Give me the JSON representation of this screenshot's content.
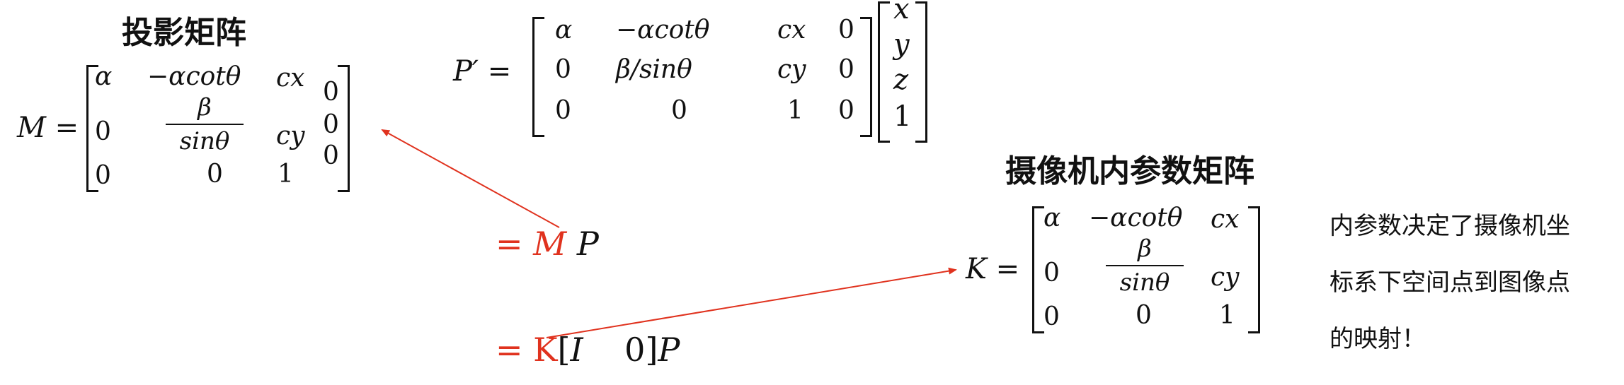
{
  "headings": {
    "projection": "投影矩阵",
    "intrinsic": "摄像机内参数矩阵"
  },
  "m_matrix": {
    "lhs": "M =",
    "r1c1": "α",
    "r1c2": "−αcotθ",
    "r1c3": "cx",
    "r1c4": "0",
    "r2c1": "0",
    "r2c2_num": "β",
    "r2c2_den": "sinθ",
    "r2c3": "cy",
    "r2c4": "0",
    "r3c1": "0",
    "r3c2": "0",
    "r3c3": "1",
    "r3c4": "0"
  },
  "p_matrix": {
    "lhs": "P′ =",
    "r1c1": "α",
    "r1c2": "−αcotθ",
    "r1c3": "cx",
    "r1c4": "0",
    "r2c1": "0",
    "r2c2": "β/sinθ",
    "r2c3": "cy",
    "r2c4": "0",
    "r3c1": "0",
    "r3c2": "0",
    "r3c3": "1",
    "r3c4": "0",
    "vector": [
      "x",
      "y",
      "z",
      "1"
    ]
  },
  "equations": {
    "eq1_eq": "=",
    "eq1_m": "M",
    "eq1_p": "P",
    "eq2_eq": "=",
    "eq2_k": "K",
    "eq2_rest_open": "[",
    "eq2_i": "I",
    "eq2_zero": "0",
    "eq2_close": "]",
    "eq2_p": "P"
  },
  "k_matrix": {
    "lhs": "K =",
    "r1c1": "α",
    "r1c2": "−αcotθ",
    "r1c3": "cx",
    "r2c1": "0",
    "r2c2_num": "β",
    "r2c2_den": "sinθ",
    "r2c3": "cy",
    "r3c1": "0",
    "r3c2": "0",
    "r3c3": "1"
  },
  "note": {
    "line1": "内参数决定了摄像机坐",
    "line2": "标系下空间点到图像点",
    "line3": "的映射！"
  },
  "colors": {
    "accent": "#e0321e",
    "text": "#111111"
  }
}
